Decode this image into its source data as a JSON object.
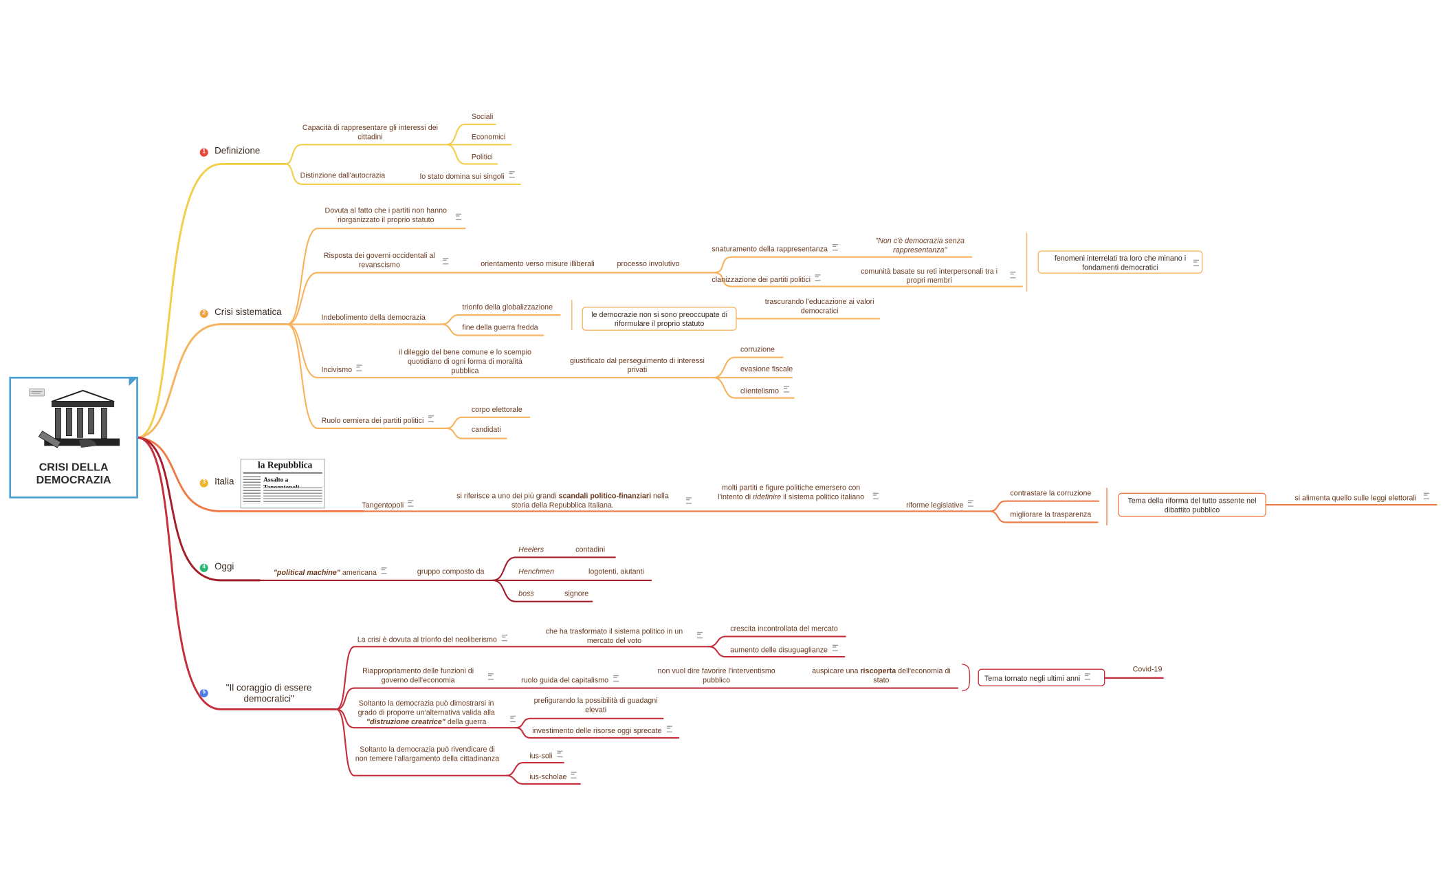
{
  "root": {
    "title": "CRISI DELLA DEMOCRAZIA",
    "image_label": "illustrazione tempio in rovina"
  },
  "colors": {
    "definizione": "#f2cf4a",
    "crisi": "#f7b35d",
    "italia": "#f07a45",
    "oggi": "#a31d2b",
    "coraggio": "#c52f3c",
    "root_border": "#4a9ed0"
  },
  "branches": {
    "definizione": {
      "num": "1",
      "num_color": "#e8473c",
      "label": "Definizione",
      "capacita": "Capacità di rappresentare gli interessi dei cittadini",
      "sociali": "Sociali",
      "economici": "Economici",
      "politici": "Politici",
      "distinzione": "Distinzione dall'autocrazia",
      "stato": "lo stato domina sui singoli"
    },
    "crisi": {
      "num": "2",
      "num_color": "#f1a23f",
      "label": "Crisi sistematica",
      "dovuta": "Dovuta al fatto che i partiti non hanno riorganizzato il proprio statuto",
      "risposta": "Risposta dei governi occidentali al revanscismo",
      "orientamento": "orientamento verso misure illiberali",
      "processo": "processo involutivo",
      "snaturamento": "snaturamento della rappresentanza",
      "quote": "\"Non c'è democrazia senza rappresentanza\"",
      "clanizzazione": "clanizzazione dei partiti politici",
      "comunita": "comunità basate su reti interpersonali tra i propri membri",
      "fenomeni": "fenomeni interrelati tra loro che minano i fondamenti democratici",
      "indebolimento": "Indebolimento della democrazia",
      "trionfo": "trionfo della globalizzazione",
      "fine": "fine della guerra fredda",
      "democrazie": "le democrazie non si sono preoccupate di riformulare il proprio statuto",
      "trascurando": "trascurando l'educazione ai valori democratici",
      "incivismo": "Incivismo",
      "dileggio": "il dileggio del bene comune e lo scempio quotidiano di ogni forma di moralità pubblica",
      "giustificato": "giustificato dal perseguimento di interessi privati",
      "corruzione": "corruzione",
      "evasione": "evasione fiscale",
      "clientelismo": "clientelismo",
      "ruolo": "Ruolo cerniera dei partiti politici",
      "corpo": "corpo elettorale",
      "candidati": "candidati"
    },
    "italia": {
      "num": "3",
      "num_color": "#f0b429",
      "label": "Italia",
      "newspaper_title": "la Repubblica",
      "newspaper_headline": "Assalto a Tangentopoli",
      "tangentopoli": "Tangentopoli",
      "riferisce_pre": "si riferisce a uno dei più grandi ",
      "riferisce_bold": "scandali politico-finanziari",
      "riferisce_post": " nella storia della Repubblica Italiana.",
      "molti_pre": "molti partiti e figure politiche emersero con l'intento di ",
      "molti_italic": "ridefinire",
      "molti_post": " il sistema politico italiano",
      "riforme": "riforme legislative",
      "contrastare": "contrastare la corruzione",
      "migliorare": "migliorare la trasparenza",
      "tema": "Tema della riforma del tutto assente nel dibattito pubblico",
      "alimenta": "si alimenta quello sulle leggi elettorali"
    },
    "oggi": {
      "num": "4",
      "num_color": "#2cb673",
      "label": "Oggi",
      "machine_italic": "\"political machine\"",
      "machine_rest": " americana",
      "gruppo": "gruppo composto da",
      "heelers": "Heelers",
      "contadini": "contadini",
      "henchmen": "Henchmen",
      "logotenti": "logotenti, aiutanti",
      "boss": "boss",
      "signore": "signore"
    },
    "coraggio": {
      "num": "5",
      "num_color": "#4a7de8",
      "label": "\"Il coraggio di essere democratici\"",
      "crisi_neo": "La crisi è dovuta al trionfo del neoliberismo",
      "trasformato": "che ha trasformato il sistema politico in un mercato del voto",
      "crescita": "crescita incontrollata del mercato",
      "aumento": "aumento delle disuguaglianze",
      "riappropriamento": "Riappropriamento delle funzioni di governo dell'economia",
      "ruolo_guida": "ruolo guida del capitalismo",
      "non_vuol": "non vuol dire favorire l'interventismo pubblico",
      "auspicare_pre": "auspicare una ",
      "auspicare_bold": "riscoperta",
      "auspicare_post": " dell'economia di stato",
      "tema_tornato": "Tema tornato negli ultimi anni",
      "covid": "Covid-19",
      "soltanto1_pre": "Soltanto la democrazia può dimostrarsi in grado di proporre un'alternativa valida alla ",
      "soltanto1_italic": "\"distruzione creatrice\"",
      "soltanto1_post": " della guerra",
      "prefigurando": "prefigurando la possibilità di guadagni elevati",
      "investimento": "investimento delle risorse oggi sprecate",
      "soltanto2": "Soltanto la democrazia può rivendicare di non temere l'allargamento della cittadinanza",
      "ius_soli": "ius-soli",
      "ius_scholae": "ius-scholae"
    }
  }
}
